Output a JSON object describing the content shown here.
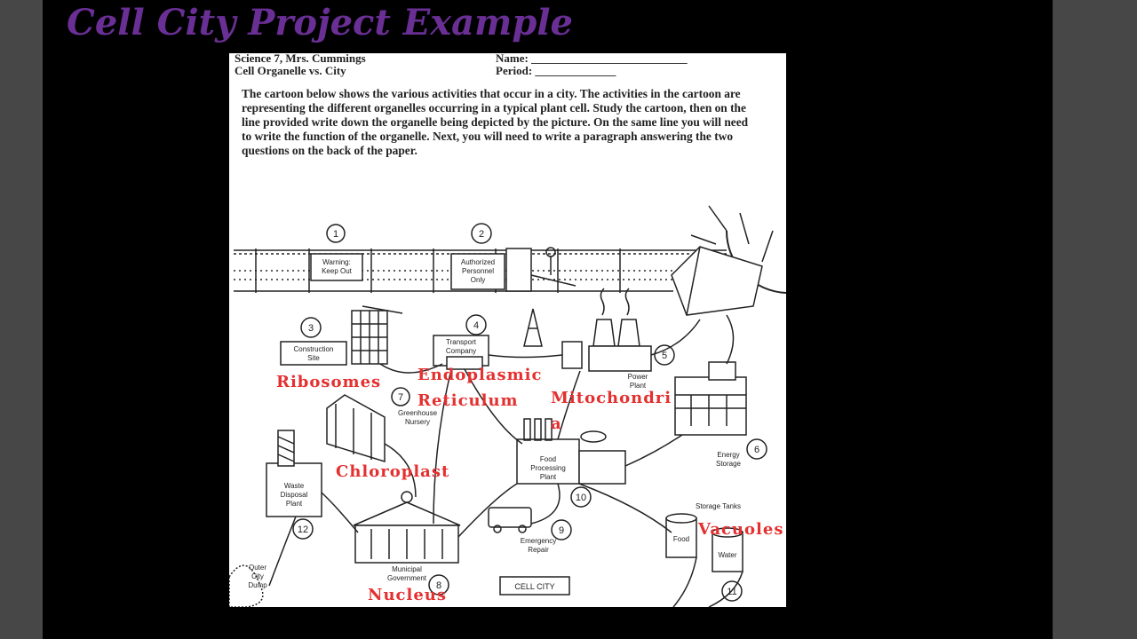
{
  "slide": {
    "title": "Cell City Project Example"
  },
  "worksheet": {
    "class_line": "Science 7, Mrs. Cummings",
    "subject_line": "Cell Organelle vs. City",
    "name_label": "Name: ___________________________",
    "period_label": "Period: ______________",
    "instructions": "The cartoon below shows the various activities that occur in a city. The activities in the cartoon are representing the different organelles occurring in a typical plant cell. Study the cartoon, then on the line provided write down the organelle being depicted by the picture. On the same line you will need to write the function of the organelle. Next, you will need to write a paragraph answering the two questions on the back of the paper.",
    "cartoon": {
      "signs": {
        "warning_1": "Warning:",
        "warning_2": "Keep Out",
        "auth_1": "Authorized",
        "auth_2": "Personnel",
        "auth_3": "Only",
        "construction_1": "Construction",
        "construction_2": "Site",
        "transport_1": "Transport",
        "transport_2": "Company",
        "power_1": "Power",
        "power_2": "Plant",
        "greenhouse_1": "Greenhouse",
        "greenhouse_2": "Nursery",
        "energy_1": "Energy",
        "energy_2": "Storage",
        "waste_1": "Waste",
        "waste_2": "Disposal",
        "waste_3": "Plant",
        "food_1": "Food",
        "food_2": "Processing",
        "food_3": "Plant",
        "storage_tanks": "Storage Tanks",
        "food_tank": "Food",
        "water_tank": "Water",
        "emergency_1": "Emergency",
        "emergency_2": "Repair",
        "municipal_1": "Municipal",
        "municipal_2": "Government",
        "dump_1": "Outer",
        "dump_2": "City",
        "dump_3": "Dump",
        "cell_city": "CELL CITY"
      },
      "numbers": [
        "1",
        "2",
        "3",
        "4",
        "5",
        "6",
        "7",
        "8",
        "9",
        "10",
        "11",
        "12"
      ]
    }
  },
  "annotations": {
    "ribosomes": "Ribosomes",
    "er_line1": "Endoplasmic",
    "er_line2": "Reticulum",
    "mito_line1": "Mitochondri",
    "mito_line2": "a",
    "chloroplast": "Chloroplast",
    "vacuoles": "Vacuoles",
    "nucleus": "Nucleus"
  },
  "colors": {
    "title": "#6a2f95",
    "annotation": "#e53030",
    "background": "#000000",
    "frame": "#474747"
  }
}
